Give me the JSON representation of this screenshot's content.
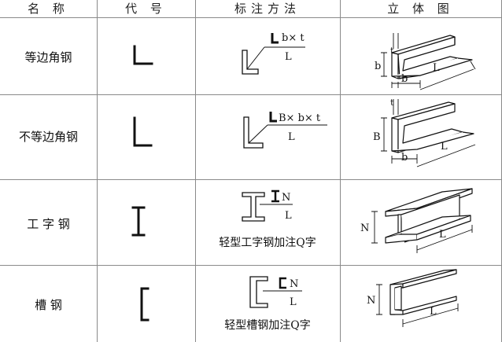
{
  "headers": [
    "名 称",
    "代 号",
    "标注方法",
    "立 体 图"
  ],
  "rows": [
    {
      "name": "等边角钢",
      "label_main": "b× t",
      "label_sub": "L",
      "dims": {
        "width": "b",
        "height": "b",
        "thick": "t",
        "length": "L"
      }
    },
    {
      "name": "不等边角钢",
      "label_main": "B× b× t",
      "label_sub": "L",
      "dims": {
        "width": "b",
        "height": "B",
        "thick": "t",
        "length": "L"
      }
    },
    {
      "name": "工 字 钢",
      "label_main": "N",
      "label_sub": "L",
      "caption": "轻型工字钢加注Q字",
      "dims": {
        "height": "N",
        "length": "L"
      }
    },
    {
      "name": "槽  钢",
      "label_main": "N",
      "label_sub": "L",
      "caption": "轻型槽钢加注Q字",
      "dims": {
        "height": "N",
        "length": "L"
      }
    }
  ]
}
